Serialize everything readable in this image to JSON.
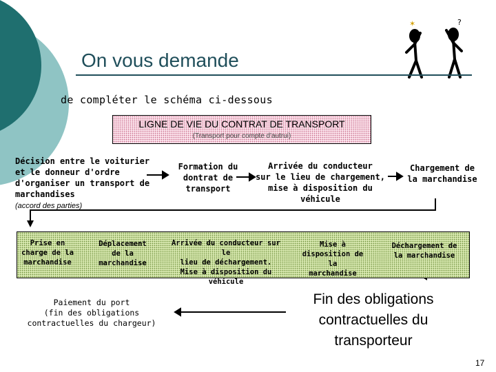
{
  "header": {
    "title": "On vous demande",
    "subtitle": "de compléter le schéma ci-dessous"
  },
  "banner": {
    "title": "LIGNE DE VIE DU CONTRAT DE TRANSPORT",
    "subtitle": "(Transport pour compte d'autrui)"
  },
  "steps_top": {
    "decision": [
      "Décision entre le voiturier",
      "et le donneur d'ordre",
      "d'organiser un transport de",
      "marchandises"
    ],
    "decision_note": "(accord des parties)",
    "formation": [
      "Formation du",
      "dontrat de",
      "transport"
    ],
    "arrivee": [
      "Arrivée du conducteur",
      "sur le lieu de chargement,",
      "mise à disposition du",
      "véhicule"
    ],
    "chargement": [
      "Chargement de",
      "la marchandise"
    ]
  },
  "steps_box": {
    "prise": [
      "Prise en",
      "charge de la",
      "marchandise"
    ],
    "deplacement": [
      "Déplacement",
      "de la",
      "marchandise"
    ],
    "arrivee_dechargement": [
      "Arrivée du conducteur sur le",
      "lieu de déchargement.",
      "Mise à disposition du véhicule"
    ],
    "mise": [
      "Mise à",
      "disposition de la",
      "marchandise"
    ],
    "dechargement": [
      "Déchargement de",
      "la marchandise"
    ]
  },
  "steps_bottom": {
    "paiement": [
      "Paiement du port",
      "(fin des obligations",
      "contractuelles du chargeur)"
    ],
    "fin": [
      "Fin des obligations",
      "contractuelles du",
      "transporteur"
    ]
  },
  "page_number": "17",
  "colors": {
    "teal_dark": "#1f6f6f",
    "teal_light": "#8fc4c4",
    "title": "#1f4e5a",
    "banner_fill": "#fbe3ec",
    "box_fill": "#d8e8b0"
  }
}
